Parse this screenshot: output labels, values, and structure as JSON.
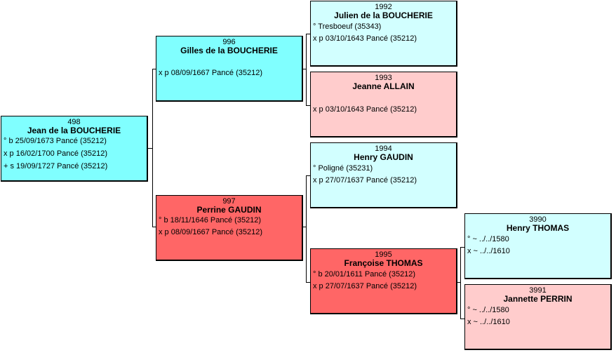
{
  "persons": {
    "p498": {
      "number": "498",
      "name": "Jean de la BOUCHERIE",
      "events": [
        "° b 25/09/1673 Pancé (35212)",
        "x p 16/02/1700 Pancé (35212)",
        "+ s 19/09/1727 Pancé (35212)"
      ]
    },
    "p996": {
      "number": "996",
      "name": "Gilles de la BOUCHERIE",
      "events": [
        "x p 08/09/1667 Pancé (35212)"
      ]
    },
    "p997": {
      "number": "997",
      "name": "Perrine GAUDIN",
      "events": [
        "° b 18/11/1646 Pancé (35212)",
        "x p 08/09/1667 Pancé (35212)"
      ]
    },
    "p1992": {
      "number": "1992",
      "name": "Julien de la BOUCHERIE",
      "events": [
        "° Tresboeuf (35343)",
        "x p 03/10/1643 Pancé (35212)"
      ]
    },
    "p1993": {
      "number": "1993",
      "name": "Jeanne ALLAIN",
      "events": [
        "x p 03/10/1643 Pancé (35212)"
      ]
    },
    "p1994": {
      "number": "1994",
      "name": "Henry GAUDIN",
      "events": [
        "° Poligné (35231)",
        "x p 27/07/1637 Pancé (35212)"
      ]
    },
    "p1995": {
      "number": "1995",
      "name": "Françoise THOMAS",
      "events": [
        "° b 20/01/1611 Pancé (35212)",
        "x p 27/07/1637 Pancé (35212)"
      ]
    },
    "p3990": {
      "number": "3990",
      "name": "Henry THOMAS",
      "events": [
        "° ~ ../../1580",
        "x ~ ../../1610"
      ]
    },
    "p3991": {
      "number": "3991",
      "name": "Jannette PERRIN",
      "events": [
        "° ~ ../../1580",
        "x ~ ../../1610"
      ]
    }
  },
  "colors": {
    "male_direct": "#80ffff",
    "male_ancestor": "#d2ffff",
    "female_direct": "#ff6666",
    "female_ancestor": "#ffcccc"
  }
}
